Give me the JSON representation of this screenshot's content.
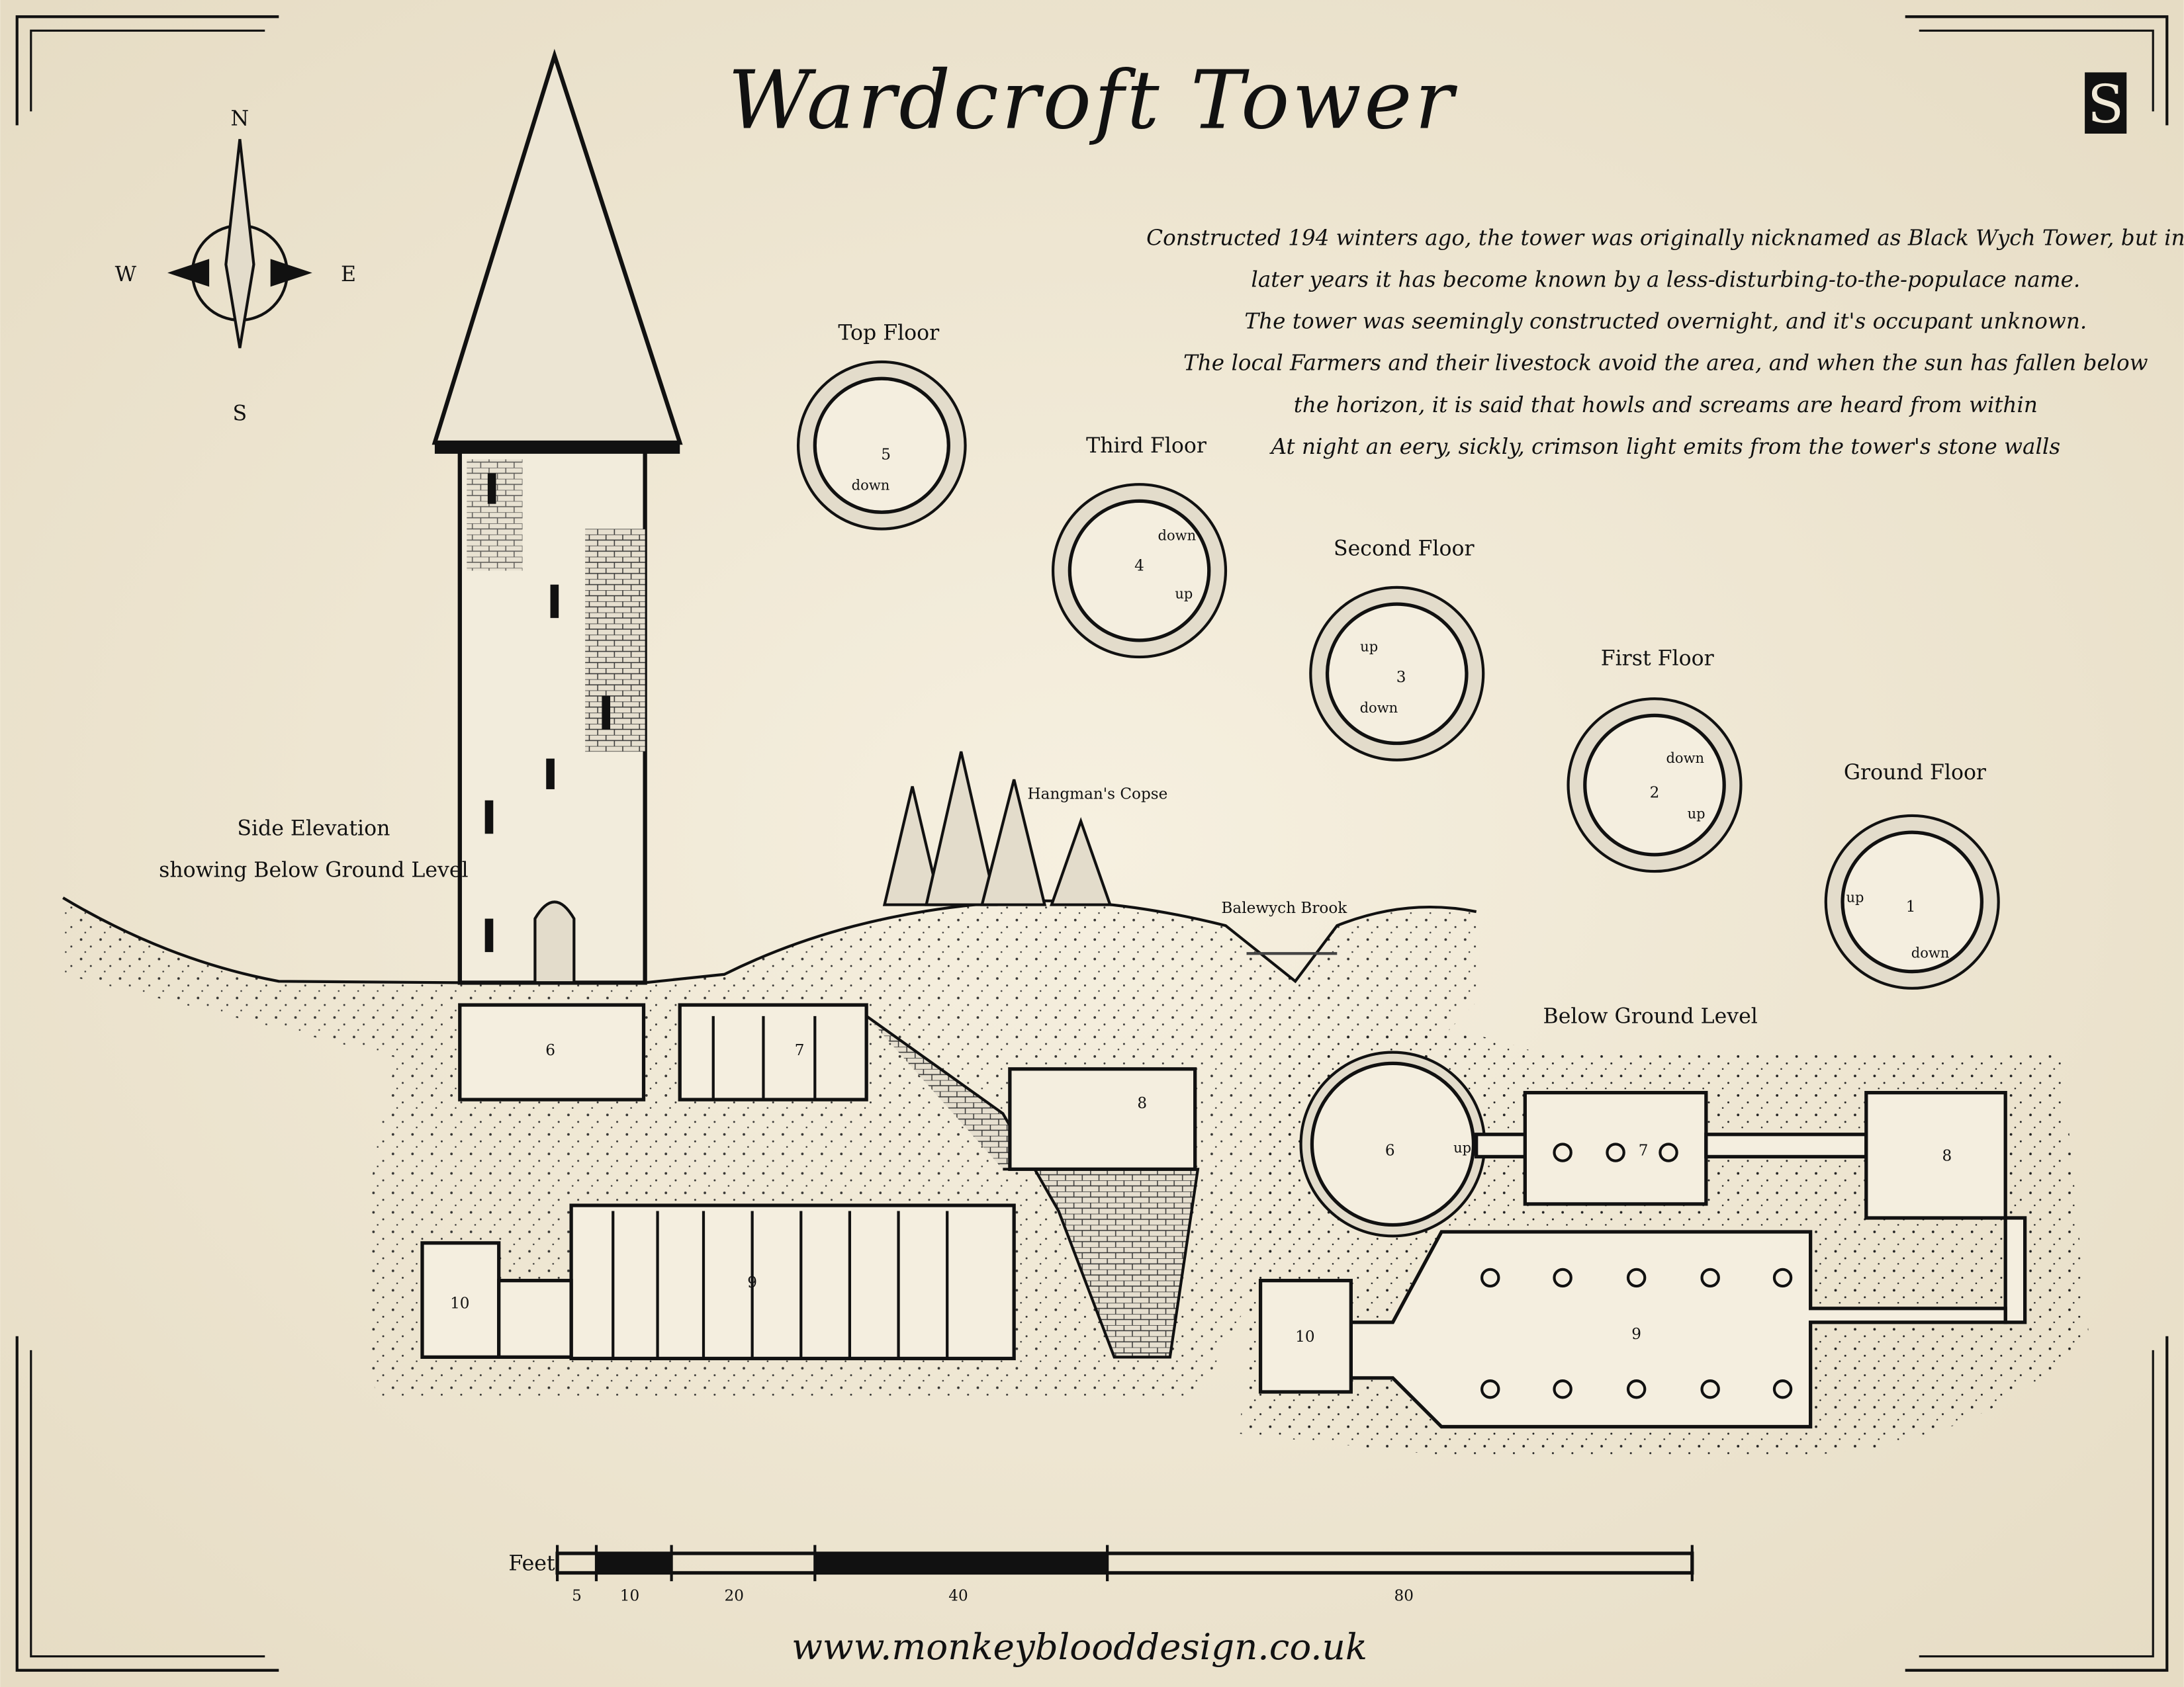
{
  "title": "Wardcroft Tower",
  "logo_letter": "S",
  "compass": {
    "n": "N",
    "s": "S",
    "e": "E",
    "w": "W"
  },
  "description": [
    "Constructed 194 winters ago, the tower was originally nicknamed as Black Wych Tower, but in",
    "later years it has become known by a less-disturbing-to-the-populace name.",
    "The tower was seemingly constructed overnight, and it's occupant unknown.",
    "The local Farmers and their livestock avoid the area, and when the sun has fallen below",
    "the horizon, it is said that howls and screams are heard from within",
    "At night an eery, sickly, crimson light emits from the tower's stone walls"
  ],
  "floors": [
    {
      "label": "Top Floor",
      "number": "5",
      "stairs": [
        "down"
      ]
    },
    {
      "label": "Third Floor",
      "number": "4",
      "stairs": [
        "down",
        "up"
      ]
    },
    {
      "label": "Second Floor",
      "number": "3",
      "stairs": [
        "up",
        "down"
      ]
    },
    {
      "label": "First Floor",
      "number": "2",
      "stairs": [
        "down",
        "up"
      ]
    },
    {
      "label": "Ground Floor",
      "number": "1",
      "stairs": [
        "up",
        "down"
      ]
    }
  ],
  "side_elevation": {
    "label_line1": "Side Elevation",
    "label_line2": "showing Below Ground Level",
    "rooms": [
      "6",
      "7",
      "8",
      "9",
      "10"
    ]
  },
  "below_ground": {
    "label": "Below Ground Level",
    "rooms": [
      "6",
      "7",
      "8",
      "9",
      "10"
    ],
    "stairs": [
      "up"
    ]
  },
  "features": {
    "copse": "Hangman's Copse",
    "brook": "Balewych Brook"
  },
  "scale": {
    "unit": "Feet",
    "ticks": [
      "5",
      "10",
      "20",
      "40",
      "80"
    ]
  },
  "website": "www.monkeyblooddesign.co.uk",
  "colors": {
    "parchment": "#f1ead8",
    "ink": "#111111"
  }
}
